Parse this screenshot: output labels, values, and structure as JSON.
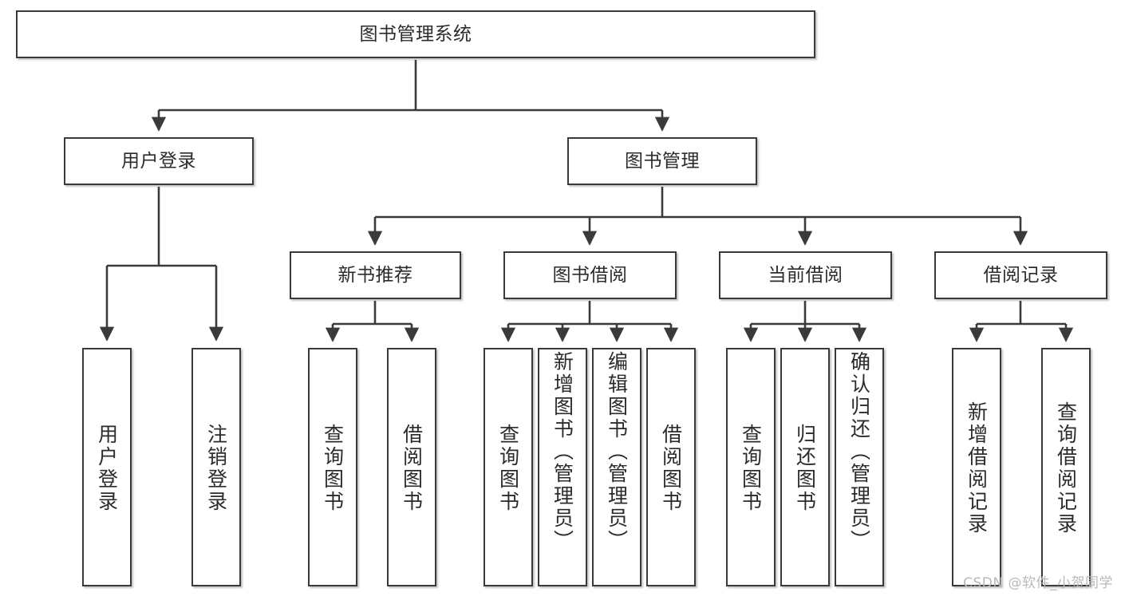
{
  "diagram": {
    "type": "tree-hierarchy",
    "title": "图书管理系统",
    "root": {
      "id": "root",
      "label": "图书管理系统",
      "orientation": "horizontal"
    },
    "level2": [
      {
        "id": "user-login",
        "label": "用户登录",
        "orientation": "horizontal"
      },
      {
        "id": "book-manage",
        "label": "图书管理",
        "orientation": "horizontal"
      }
    ],
    "level3": [
      {
        "id": "new-book-recommend",
        "label": "新书推荐",
        "orientation": "horizontal",
        "parent": "book-manage"
      },
      {
        "id": "book-borrow",
        "label": "图书借阅",
        "orientation": "horizontal",
        "parent": "book-manage"
      },
      {
        "id": "current-borrow",
        "label": "当前借阅",
        "orientation": "horizontal",
        "parent": "book-manage"
      },
      {
        "id": "borrow-record",
        "label": "借阅记录",
        "orientation": "horizontal",
        "parent": "book-manage"
      }
    ],
    "leaves": [
      {
        "id": "leaf-user-login",
        "label": "用户登录",
        "parent": "user-login"
      },
      {
        "id": "leaf-logout",
        "label": "注销登录",
        "parent": "user-login"
      },
      {
        "id": "leaf-query-book-1",
        "label": "查询图书",
        "parent": "new-book-recommend"
      },
      {
        "id": "leaf-borrow-book-1",
        "label": "借阅图书",
        "parent": "new-book-recommend"
      },
      {
        "id": "leaf-query-book-2",
        "label": "查询图书",
        "parent": "book-borrow"
      },
      {
        "id": "leaf-add-book",
        "label": "新增图书（管理员）",
        "parent": "book-borrow"
      },
      {
        "id": "leaf-edit-book",
        "label": "编辑图书（管理员）",
        "parent": "book-borrow"
      },
      {
        "id": "leaf-borrow-book-2",
        "label": "借阅图书",
        "parent": "book-borrow"
      },
      {
        "id": "leaf-query-book-3",
        "label": "查询图书",
        "parent": "current-borrow"
      },
      {
        "id": "leaf-return-book",
        "label": "归还图书",
        "parent": "current-borrow"
      },
      {
        "id": "leaf-confirm-return",
        "label": "确认归还（管理员）",
        "parent": "current-borrow"
      },
      {
        "id": "leaf-add-record",
        "label": "新增借阅记录",
        "parent": "borrow-record"
      },
      {
        "id": "leaf-query-record",
        "label": "查询借阅记录",
        "parent": "borrow-record"
      }
    ],
    "colors": {
      "border": "#3a3a3a",
      "fill": "#ffffff",
      "text": "#2b2b2b",
      "edge": "#3a3a3a",
      "watermark": "#b9b9b9"
    }
  },
  "watermark": {
    "text": "CSDN @软件_小贺同学"
  }
}
